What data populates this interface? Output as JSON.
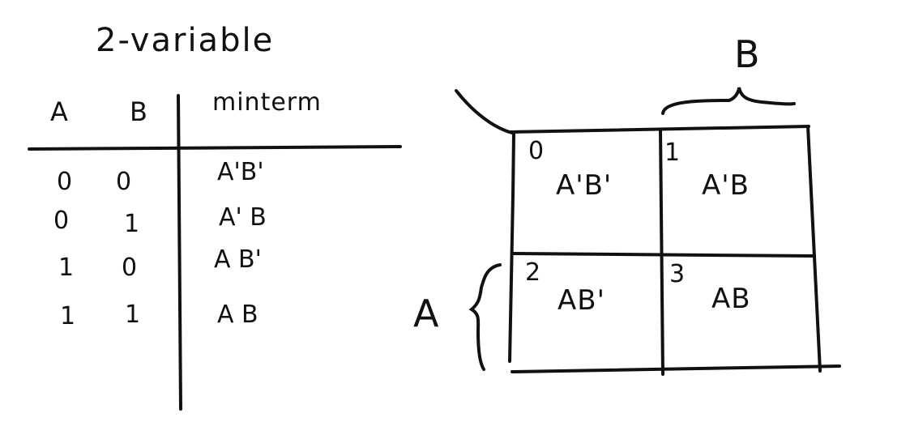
{
  "title": "2-variable",
  "truth_table": {
    "headers": [
      "A",
      "B",
      "minterm"
    ],
    "rows": [
      {
        "a": "0",
        "b": "0",
        "minterm": "A'B'"
      },
      {
        "a": "0",
        "b": "1",
        "minterm": "A' B"
      },
      {
        "a": "1",
        "b": "0",
        "minterm": "A B'"
      },
      {
        "a": "1",
        "b": "1",
        "minterm": "A B"
      }
    ]
  },
  "kmap": {
    "col_variable": "B",
    "row_variable": "A",
    "cells": [
      {
        "index": "0",
        "term": "A'B'"
      },
      {
        "index": "1",
        "term": "A'B"
      },
      {
        "index": "2",
        "term": "AB'"
      },
      {
        "index": "3",
        "term": "AB"
      }
    ]
  }
}
